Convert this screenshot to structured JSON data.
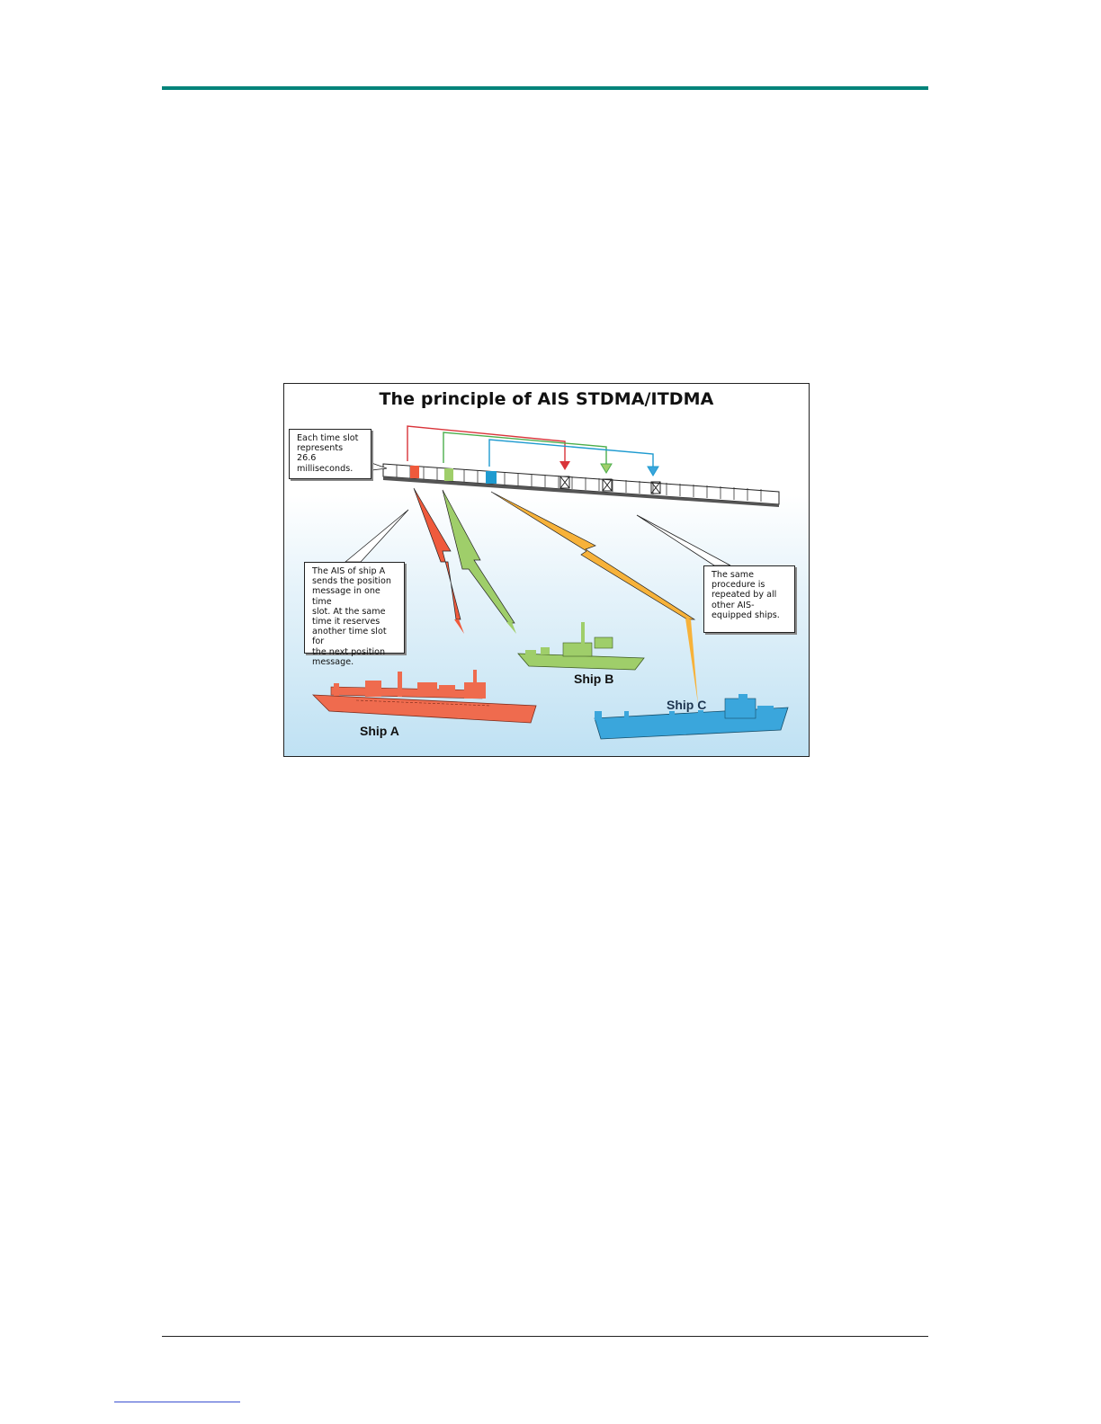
{
  "figure": {
    "title": "The principle of AIS STDMA/ITDMA",
    "callouts": {
      "time_slot": "Each time slot\nrepresents\n26.6\nmilliseconds.",
      "ship_a": "The AIS of ship A\nsends the position\nmessage in one time\nslot. At the same\ntime it reserves\nanother time slot for\nthe next position\nmessage.",
      "same_procedure": "The same\nprocedure is\nrepeated by all\nother AIS-\nequipped ships."
    },
    "ships": {
      "a": {
        "label": "Ship A",
        "color": "#ef6b4e"
      },
      "b": {
        "label": "Ship B",
        "color": "#9fce6a"
      },
      "c": {
        "label": "Ship C",
        "color": "#3aa6dc"
      }
    },
    "reservation_colors": {
      "a": "#d9343a",
      "b": "#4cae4c",
      "c": "#1f9bd0"
    }
  }
}
